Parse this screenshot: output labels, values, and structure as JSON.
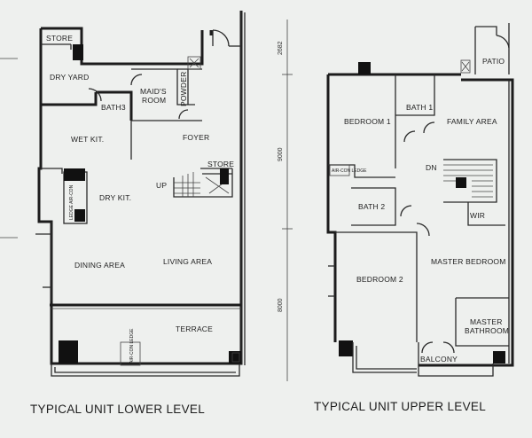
{
  "lower_level": {
    "caption": "TYPICAL UNIT LOWER LEVEL",
    "rooms": {
      "store_top": "STORE",
      "dry_yard": "DRY YARD",
      "bath3": "BATH3",
      "maids_room_l1": "MAID'S",
      "maids_room_l2": "ROOM",
      "powder": "POWDER",
      "wet_kit": "WET KIT.",
      "foyer": "FOYER",
      "store": "STORE",
      "up": "UP",
      "dry_kit": "DRY KIT.",
      "ledge_aircon": "LEDGE AIR-CON",
      "dining_area": "DINING AREA",
      "living_area": "LIVING AREA",
      "terrace": "TERRACE",
      "aircon_ledge": "AIR-CON LEDGE"
    }
  },
  "upper_level": {
    "caption": "TYPICAL UNIT UPPER LEVEL",
    "rooms": {
      "patio": "PATIO",
      "bedroom1": "BEDROOM 1",
      "bath1": "BATH 1",
      "family_area": "FAMILY AREA",
      "aircon_ledge": "AIR-CON LEDGE",
      "dn": "DN",
      "bath2": "BATH 2",
      "wir": "WIR",
      "bedroom2": "BEDROOM 2",
      "master_bedroom": "MASTER BEDROOM",
      "master_bath_l1": "MASTER",
      "master_bath_l2": "BATHROOM",
      "balcony": "BALCONY"
    }
  },
  "dimensions": {
    "top": "2682",
    "middle": "9000",
    "bottom": "8000"
  }
}
